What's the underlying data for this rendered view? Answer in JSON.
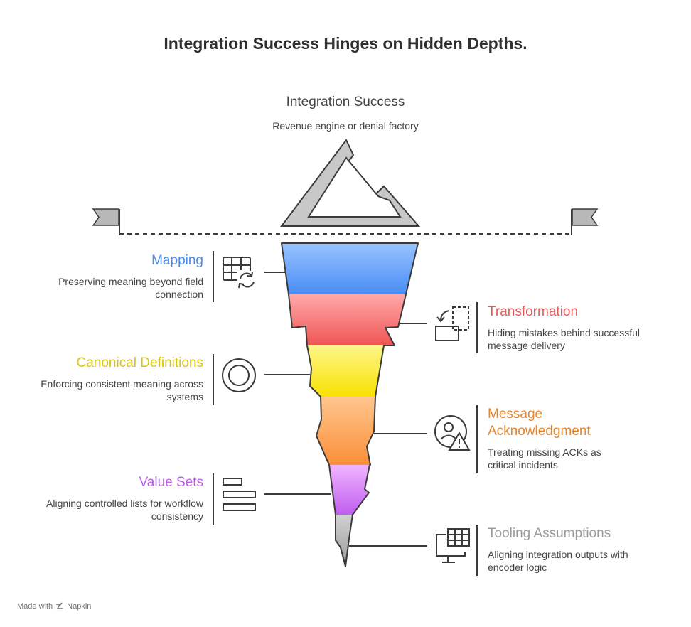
{
  "title": "Integration Success Hinges on Hidden Depths.",
  "summit": {
    "title": "Integration Success",
    "description": "Revenue engine or denial factory"
  },
  "layers": [
    {
      "title": "Mapping",
      "description": "Preserving meaning beyond field connection",
      "color": "#4a8cf0",
      "icon": "table-refresh-icon",
      "side": "left"
    },
    {
      "title": "Transformation",
      "description": "Hiding mistakes behind successful message delivery",
      "color": "#e55a5a",
      "icon": "transform-box-icon",
      "side": "right"
    },
    {
      "title": "Canonical Definitions",
      "description": "Enforcing consistent meaning across systems",
      "color": "#d8c414",
      "icon": "circle-target-icon",
      "side": "left"
    },
    {
      "title": "Message Acknowledgment",
      "description": "Treating missing ACKs as critical incidents",
      "color": "#e3862e",
      "icon": "user-warning-icon",
      "side": "right"
    },
    {
      "title": "Value Sets",
      "description": "Aligning controlled lists for workflow consistency",
      "color": "#b95ce6",
      "icon": "list-bars-icon",
      "side": "left"
    },
    {
      "title": "Tooling Assumptions",
      "description": "Aligning integration outputs with encoder logic",
      "color": "#9a9a9a",
      "icon": "monitor-grid-icon",
      "side": "right"
    }
  ],
  "footer": {
    "made_with": "Made with",
    "brand": "Napkin"
  }
}
